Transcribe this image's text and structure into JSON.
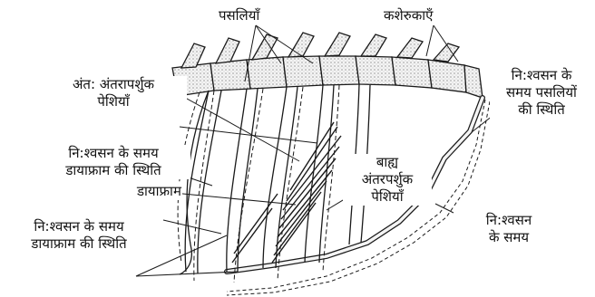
{
  "labels": {
    "ribs": "पसलियाँ",
    "vertebrae": "कशेरुकाएँ",
    "internal_intercostal_line1": "अंत: अंतरापर्शुक",
    "internal_intercostal_line2": "पेशियाँ",
    "exhale_diaphragm_line1": "नि:श्वसन के समय",
    "exhale_diaphragm_line2": "डायाफ्राम की स्थिति",
    "diaphragm": "डायाफ्राम",
    "inhale_diaphragm_line1": "नि:श्वसन के समय",
    "inhale_diaphragm_line2": "डायाफ्राम की स्थिति",
    "external_intercostal_line1": "बाह्य",
    "external_intercostal_line2": "अंतरपर्शुक",
    "external_intercostal_line3": "पेशियाँ",
    "ribs_position_line1": "नि:श्वसन के",
    "ribs_position_line2": "समय पसलियों",
    "ribs_position_line3": "की स्थिति",
    "exhale_time_line1": "नि:श्वसन",
    "exhale_time_line2": "के समय"
  },
  "colors": {
    "ink": "#1a1a1a",
    "bone_fill": "#f2f2f2"
  }
}
